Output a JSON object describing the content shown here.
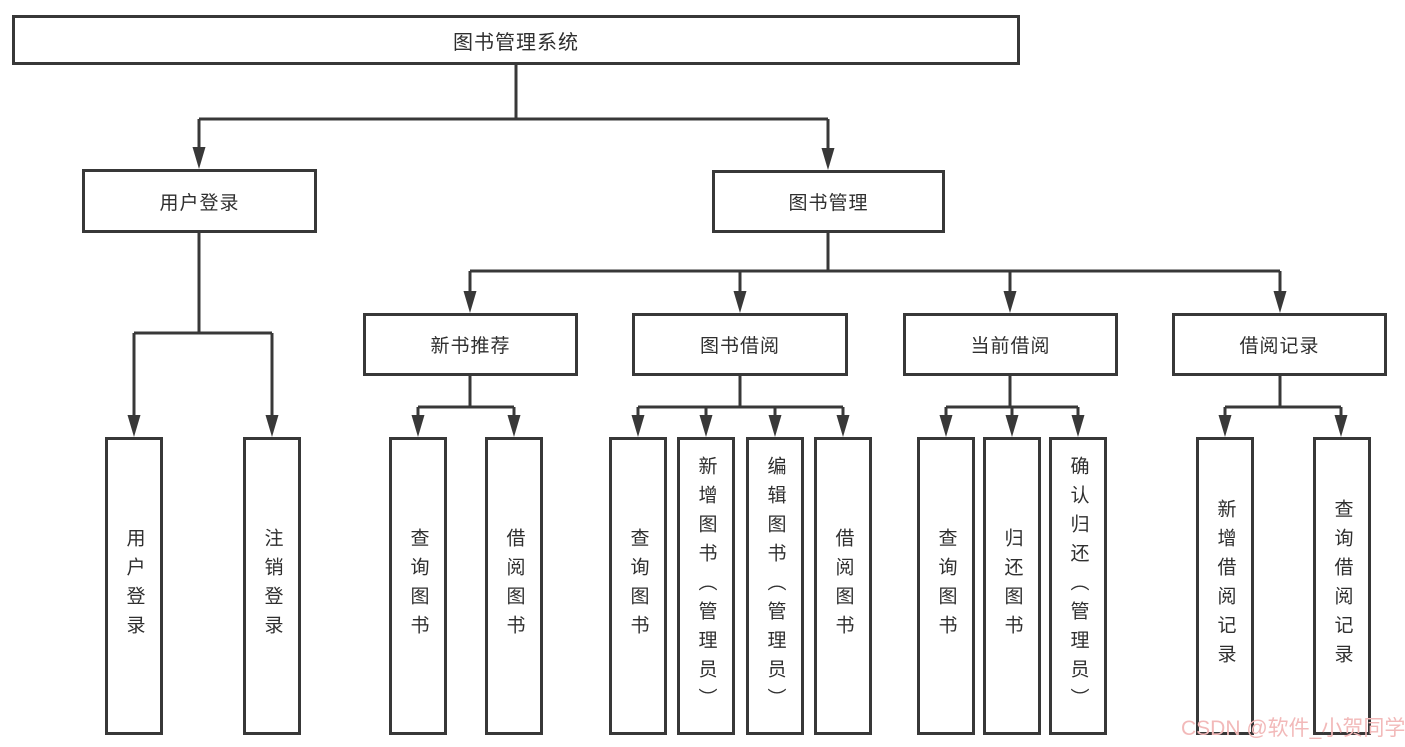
{
  "diagram": {
    "title_node": "图书管理系统",
    "watermark": "CSDN @软件_小贺同学",
    "colors": {
      "line": "#383838",
      "box_border": "#383838",
      "box_background": "#ffffff",
      "text": "#2f2f2f",
      "watermark": "#f2b9b9"
    },
    "level2": [
      {
        "label": "用户登录"
      },
      {
        "label": "图书管理"
      }
    ],
    "level3": [
      {
        "label": "新书推荐"
      },
      {
        "label": "图书借阅"
      },
      {
        "label": "当前借阅"
      },
      {
        "label": "借阅记录"
      }
    ],
    "leaves": [
      {
        "label": "用户登录"
      },
      {
        "label": "注销登录"
      },
      {
        "label": "查询图书"
      },
      {
        "label": "借阅图书"
      },
      {
        "label": "查询图书"
      },
      {
        "label": "新增图书（管理员）"
      },
      {
        "label": "编辑图书（管理员）"
      },
      {
        "label": "借阅图书"
      },
      {
        "label": "查询图书"
      },
      {
        "label": "归还图书"
      },
      {
        "label": "确认归还（管理员）"
      },
      {
        "label": "新增借阅记录"
      },
      {
        "label": "查询借阅记录"
      }
    ]
  }
}
